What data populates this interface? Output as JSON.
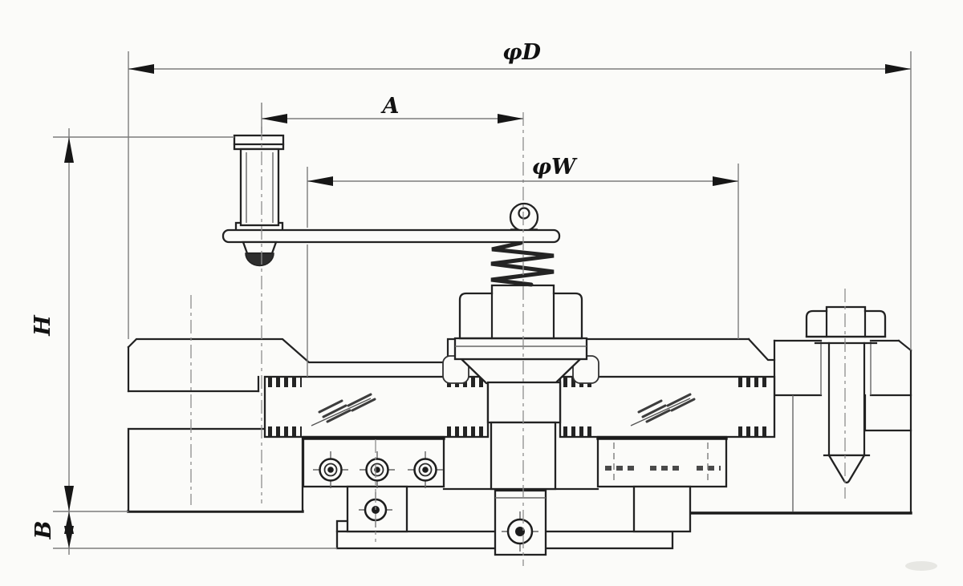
{
  "drawing": {
    "type": "engineering-cross-section",
    "labels": {
      "outer_diameter": "φD",
      "lever_offset": "A",
      "jaw_span_diameter": "φW",
      "overall_height": "H",
      "base_thickness": "B"
    },
    "colors": {
      "background": "#fbfbf9",
      "outline": "#222222",
      "dimension_line": "#7c7c7c",
      "centerline": "#8d8d8d",
      "label_text": "#111111"
    }
  }
}
